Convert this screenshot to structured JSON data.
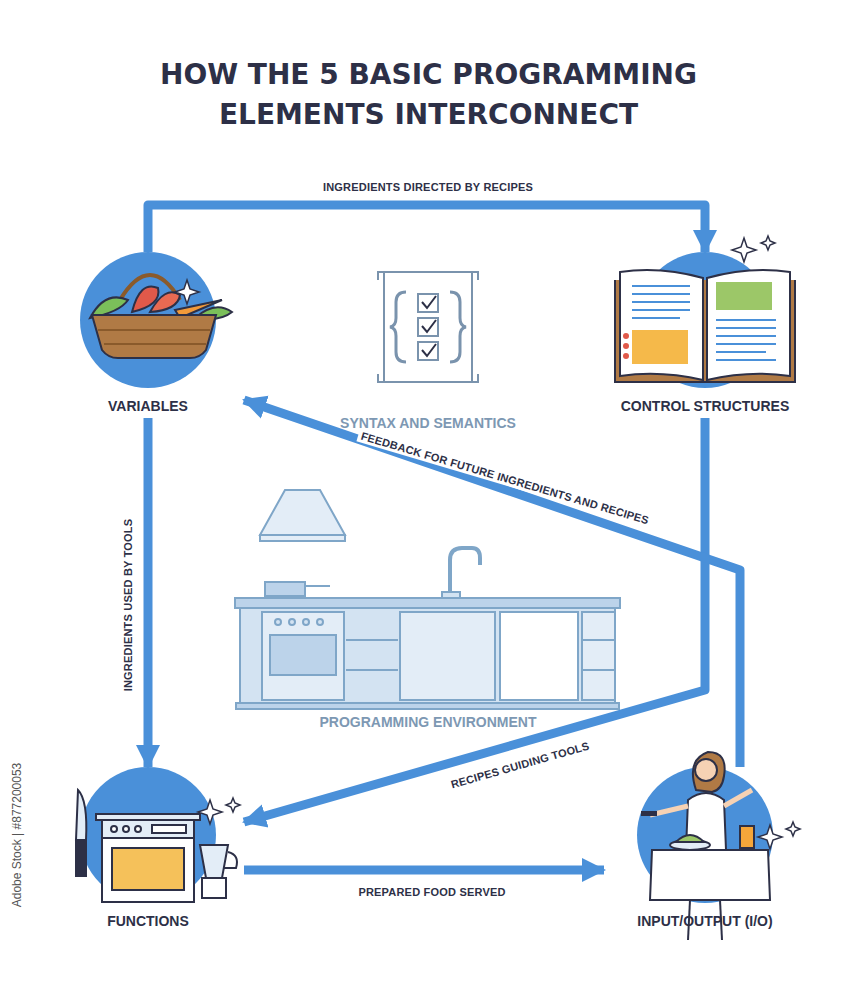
{
  "diagram": {
    "title": "HOW THE 5 BASIC PROGRAMMING ELEMENTS INTERCONNECT",
    "nodes": [
      {
        "text": [
          "VARIABLES"
        ]
      },
      {
        "text": [
          "CONTROL STRUCTURES"
        ]
      },
      {
        "text": [
          "FUNCTIONS"
        ]
      },
      {
        "text": [
          "INPUT/OUTPUT (I/O)"
        ]
      }
    ],
    "edges": [
      {
        "from": 0,
        "to": 1,
        "label": "INGREDIENTS DIRECTED BY RECIPES",
        "arrow": "to"
      },
      {
        "from": 0,
        "to": 2,
        "label": "INGREDIENTS USED BY TOOLS",
        "arrow": "to"
      },
      {
        "from": 1,
        "to": 2,
        "label": "RECIPES GUIDING TOOLS",
        "arrow": "to"
      },
      {
        "from": 2,
        "to": 3,
        "label": "PREPARED FOOD SERVED",
        "arrow": "to"
      },
      {
        "from": 3,
        "to": 0,
        "label": "FEEDBACK FOR FUTURE INGREDIENTS AND RECIPES",
        "arrow": "to"
      }
    ],
    "labels": [
      "SYNTAX AND SEMANTICS",
      "PROGRAMMING ENVIRONMENT",
      "Adobe Stock | #877200053"
    ]
  }
}
